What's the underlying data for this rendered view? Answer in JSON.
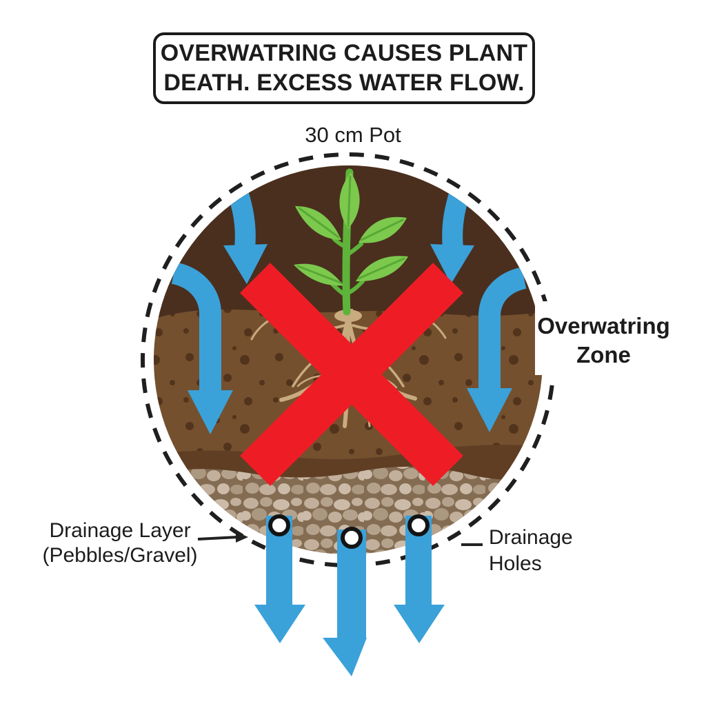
{
  "title": {
    "line1": "OVERWATRING CAUSES PLANT",
    "line2": "DEATH. EXCESS WATER FLOW."
  },
  "pot": {
    "size_label": "30 cm Pot"
  },
  "labels": {
    "zone_line1": "Overwatring",
    "zone_line2": "Zone",
    "drainage_layer_line1": "Drainage Layer",
    "drainage_layer_line2": "(Pebbles/Gravel)",
    "drainage_holes_line1": "Drainage",
    "drainage_holes_line2": "Holes"
  },
  "icons": [
    "plant-seedling-icon",
    "roots-icon",
    "red-x-icon",
    "water-flow-arrow-icon",
    "drainage-hole-icon",
    "pot-dashed-outline-icon"
  ],
  "colors": {
    "water_blue": "#3BA1D9",
    "warning_red": "#EE1D25",
    "leaf_green": "#7CC94D",
    "stem_green": "#5EB43A",
    "soil_dark": "#4A2F1E",
    "soil_medium": "#74502E",
    "soil_strip": "#5F3E24",
    "gravel_base": "#846C52",
    "gravel_pebble": "#C2B09C",
    "root_tan": "#C9AB80",
    "outline_black": "#1F1F1F",
    "text_black": "#1C1C1C"
  }
}
